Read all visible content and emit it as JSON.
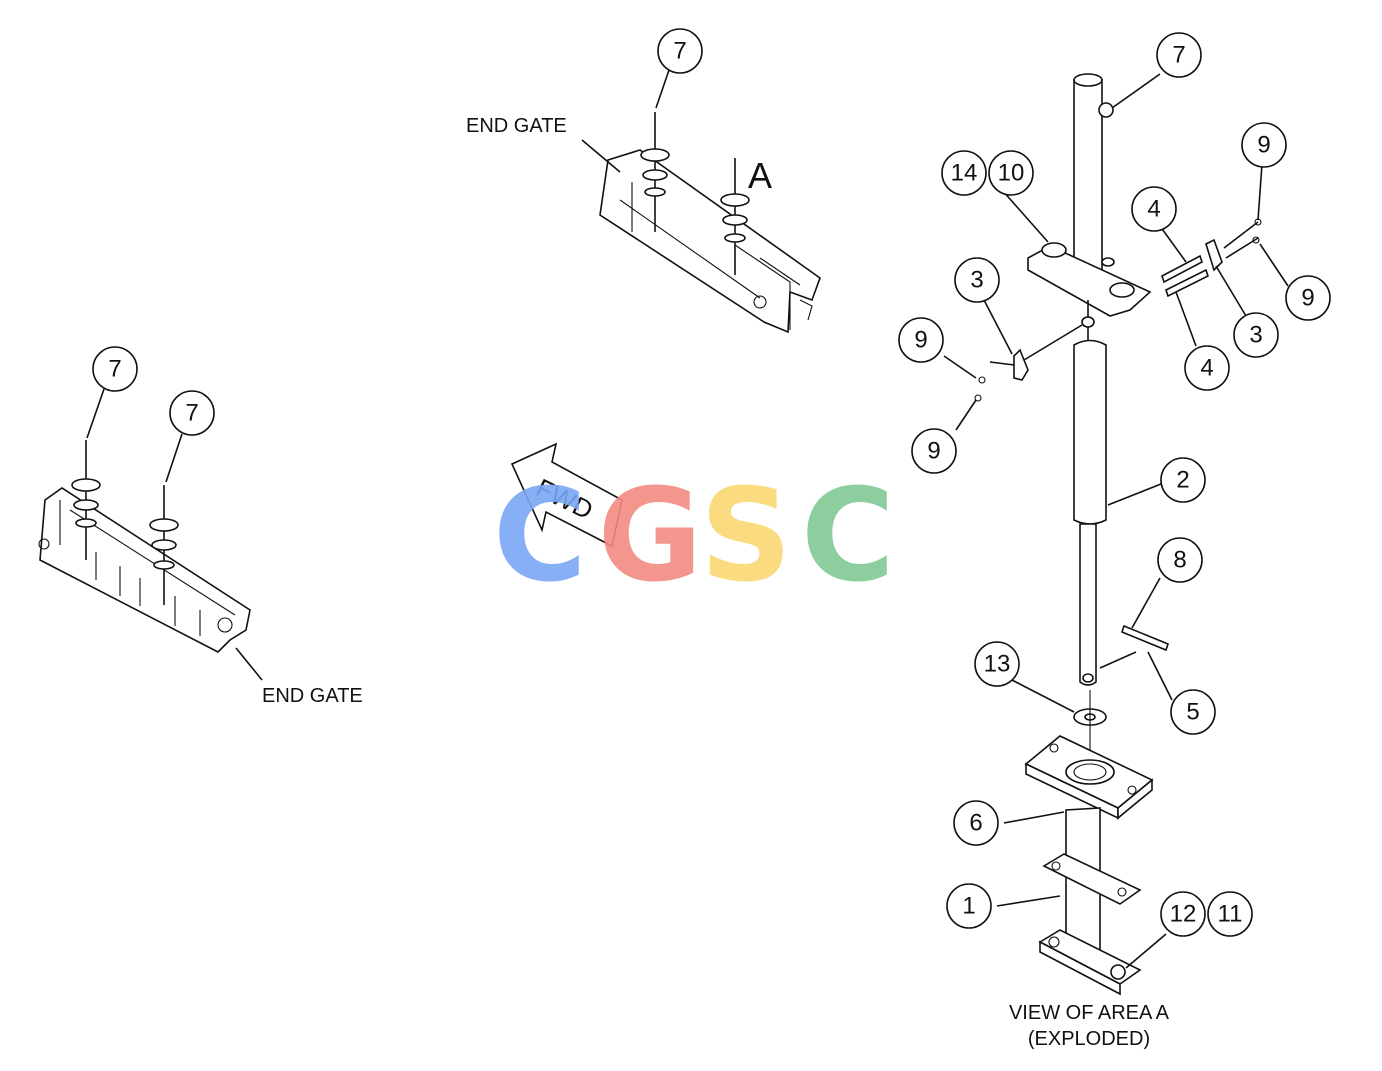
{
  "labels": {
    "end_gate_top": "END GATE",
    "end_gate_left": "END GATE",
    "area_a_marker": "A",
    "fwd_arrow": "FWD",
    "view_title_line1": "VIEW OF AREA A",
    "view_title_line2": "(EXPLODED)"
  },
  "callouts": {
    "top_assembly_7": "7",
    "left_assembly_7a": "7",
    "left_assembly_7b": "7",
    "detail_7": "7",
    "detail_14": "14",
    "detail_10": "10",
    "detail_9_upper_right": "9",
    "detail_4_upper": "4",
    "detail_9_right": "9",
    "detail_3_right": "3",
    "detail_4_lower": "4",
    "detail_3_left": "3",
    "detail_9_left_upper": "9",
    "detail_9_left_lower": "9",
    "detail_2": "2",
    "detail_8": "8",
    "detail_13": "13",
    "detail_5": "5",
    "detail_6": "6",
    "detail_1": "1",
    "detail_12": "12",
    "detail_11": "11"
  },
  "watermark": {
    "letters": [
      "C",
      "G",
      "S",
      "C"
    ],
    "colors": [
      "#7aa7f5",
      "#f28b82",
      "#fbd872",
      "#81c995"
    ]
  }
}
